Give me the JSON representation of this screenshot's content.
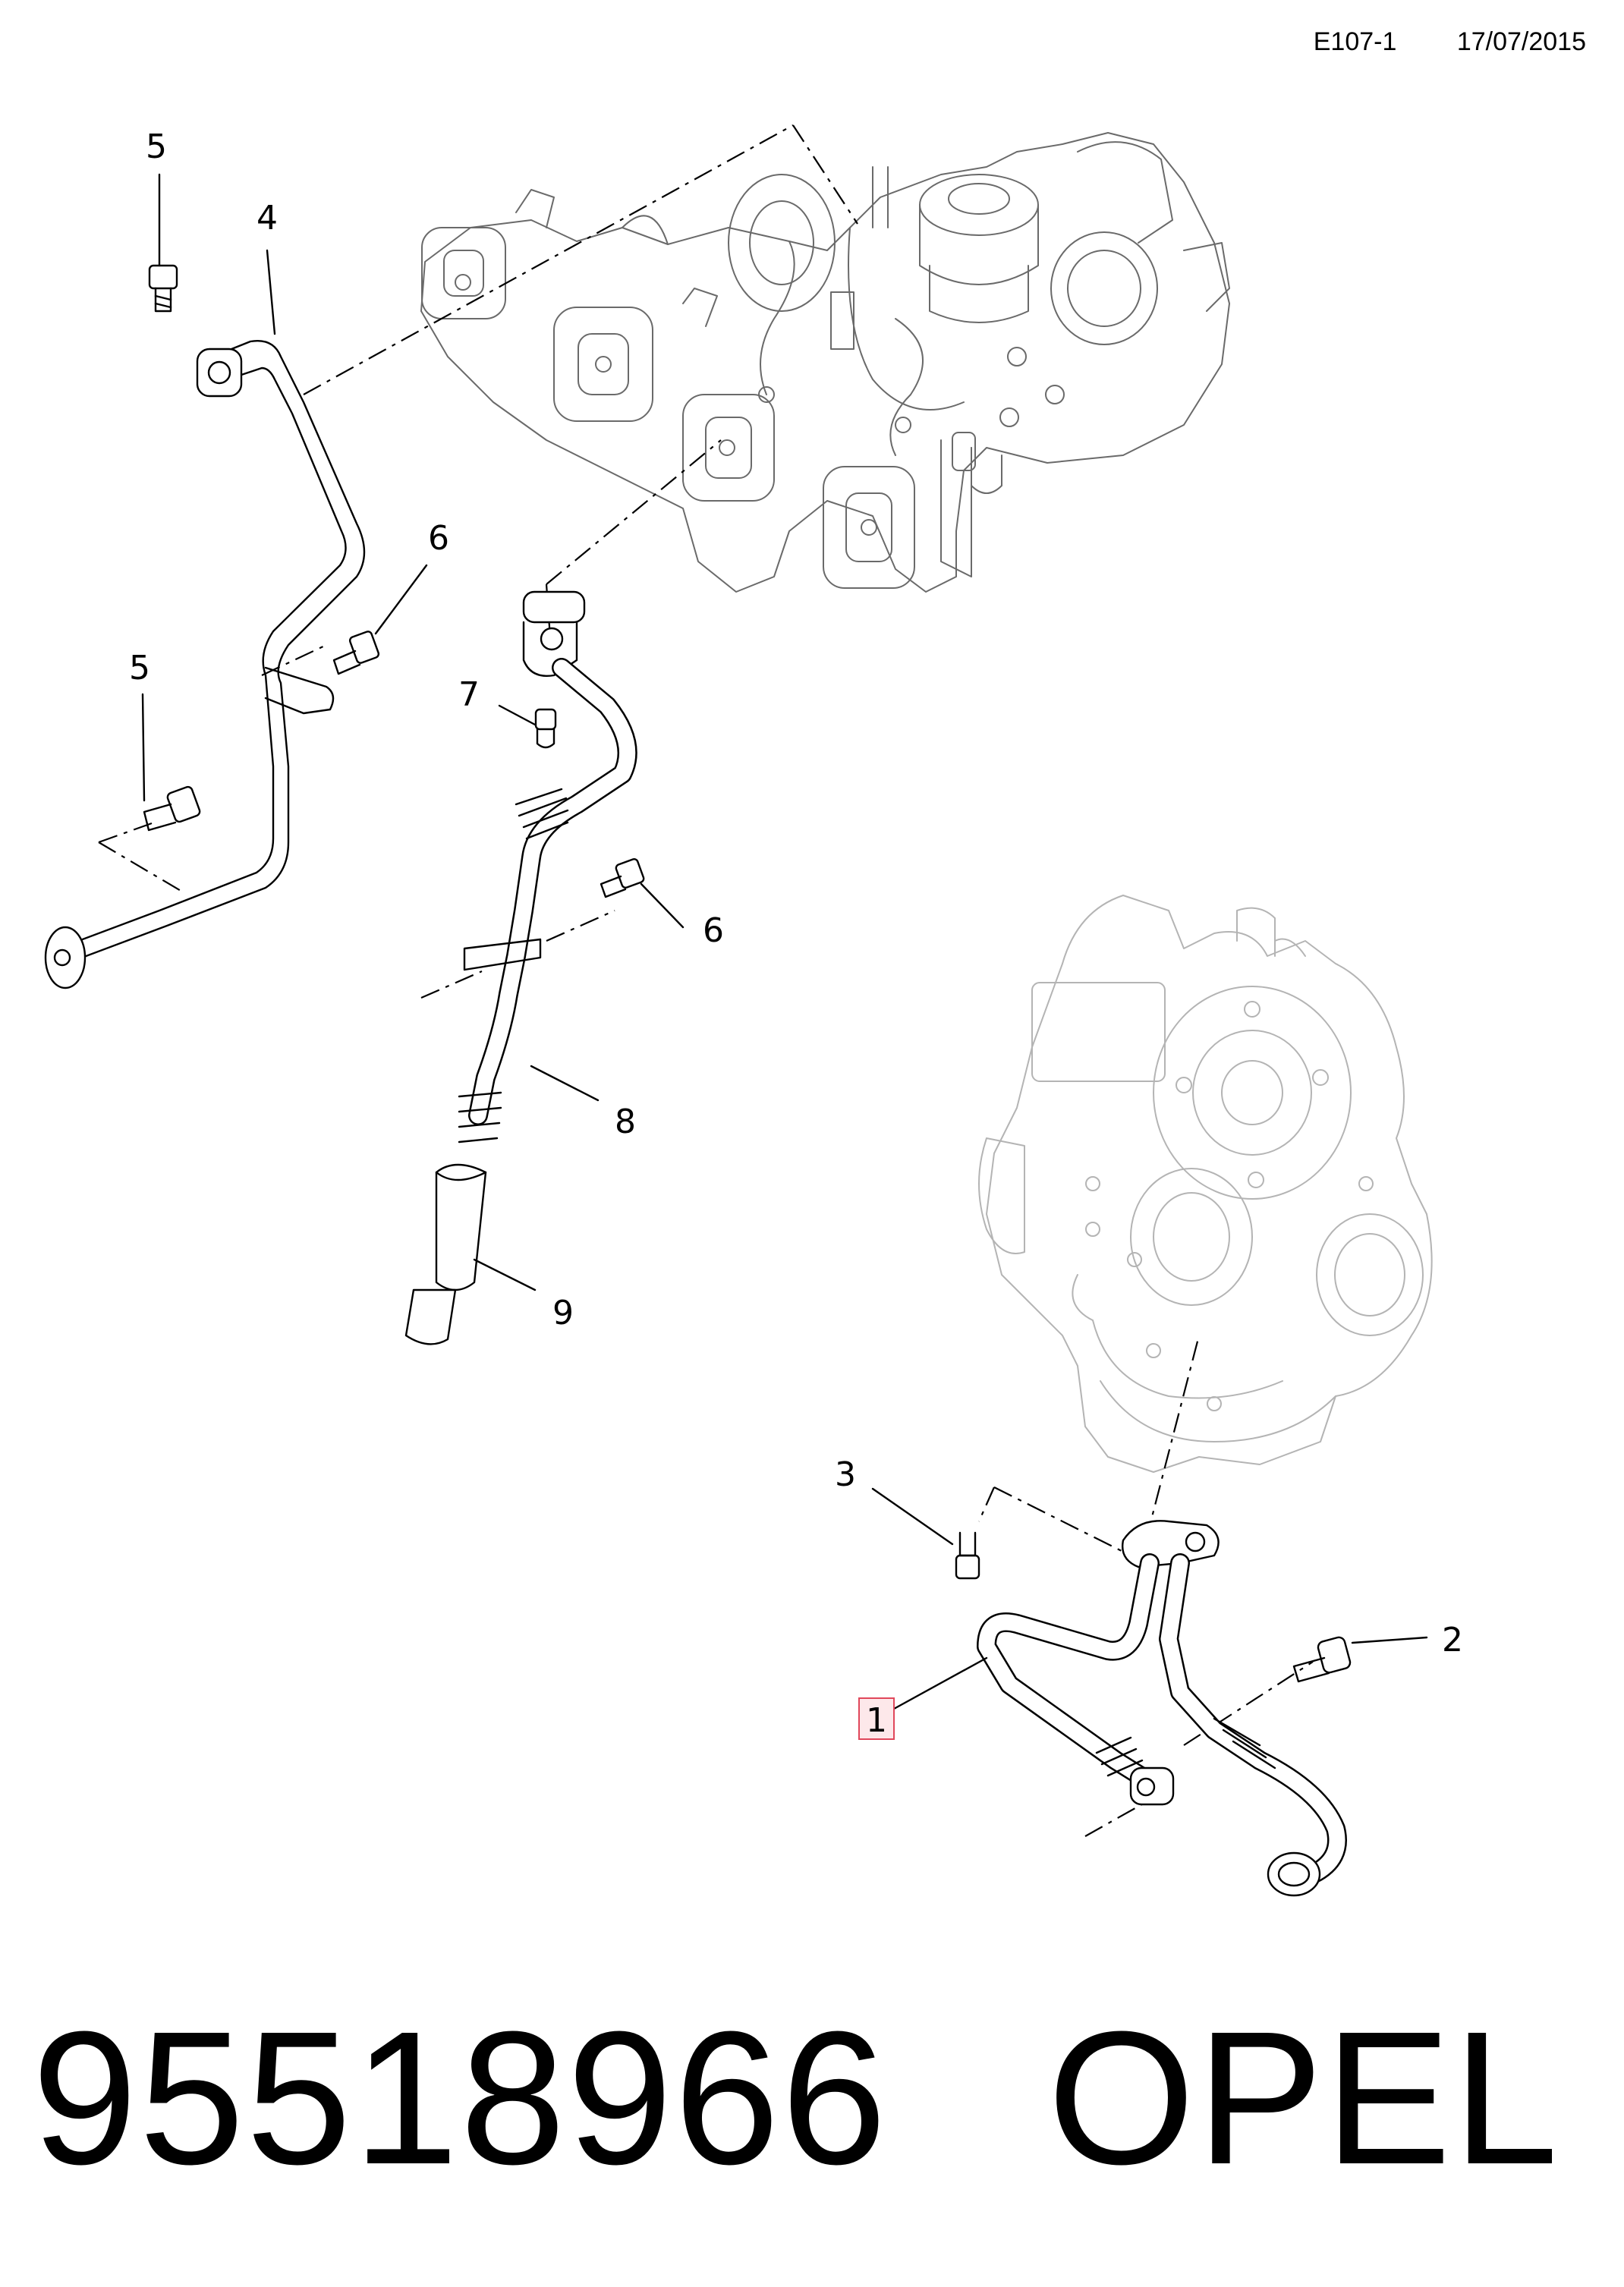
{
  "header": {
    "diagram_code": "E107-1",
    "date": "17/07/2015"
  },
  "callouts": [
    {
      "id": "c5a",
      "label": "5"
    },
    {
      "id": "c4",
      "label": "4"
    },
    {
      "id": "c6a",
      "label": "6"
    },
    {
      "id": "c5b",
      "label": "5"
    },
    {
      "id": "c7",
      "label": "7"
    },
    {
      "id": "c6b",
      "label": "6"
    },
    {
      "id": "c8",
      "label": "8"
    },
    {
      "id": "c9",
      "label": "9"
    },
    {
      "id": "c3",
      "label": "3"
    },
    {
      "id": "c2",
      "label": "2"
    },
    {
      "id": "c1",
      "label": "1"
    }
  ],
  "highlighted_callout": "1",
  "highlight_color": "#e0475b",
  "part": {
    "number": "95518966",
    "brand": "OPEL"
  }
}
